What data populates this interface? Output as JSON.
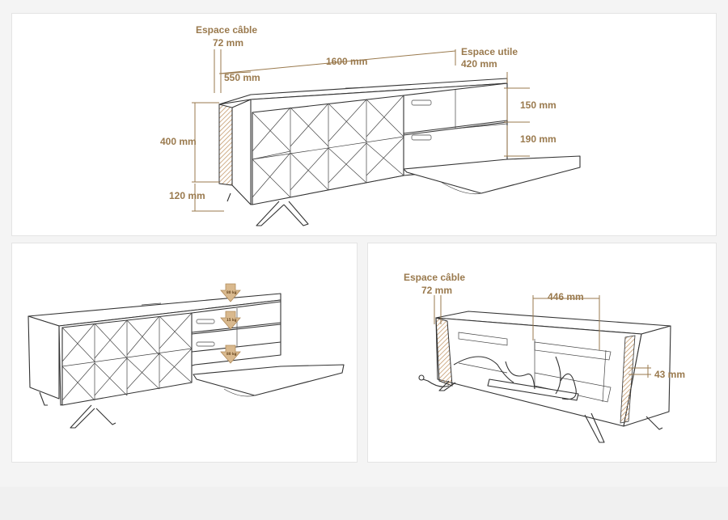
{
  "colors": {
    "dimension": "#9a7a4e",
    "hatch": "#c49a6c",
    "arrow": "#d9b98e",
    "ink": "#333333",
    "background": "#f4f4f4"
  },
  "top_panel": {
    "cable_space_label": "Espace câble",
    "cable_space_value": "72 mm",
    "width_value": "1600 mm",
    "useful_space_label": "Espace utile",
    "useful_space_value": "420 mm",
    "door_width_value": "550 mm",
    "height_value": "400 mm",
    "leg_height_value": "120 mm",
    "shelf_top_value": "150 mm",
    "shelf_bottom_value": "190 mm"
  },
  "left_panel": {
    "load_1": "80 kg",
    "load_2": "15 kg",
    "load_3": "80 kg"
  },
  "right_panel": {
    "cable_space_label": "Espace câble",
    "cable_space_value": "72 mm",
    "opening_value": "446 mm",
    "gap_value": "43 mm"
  }
}
